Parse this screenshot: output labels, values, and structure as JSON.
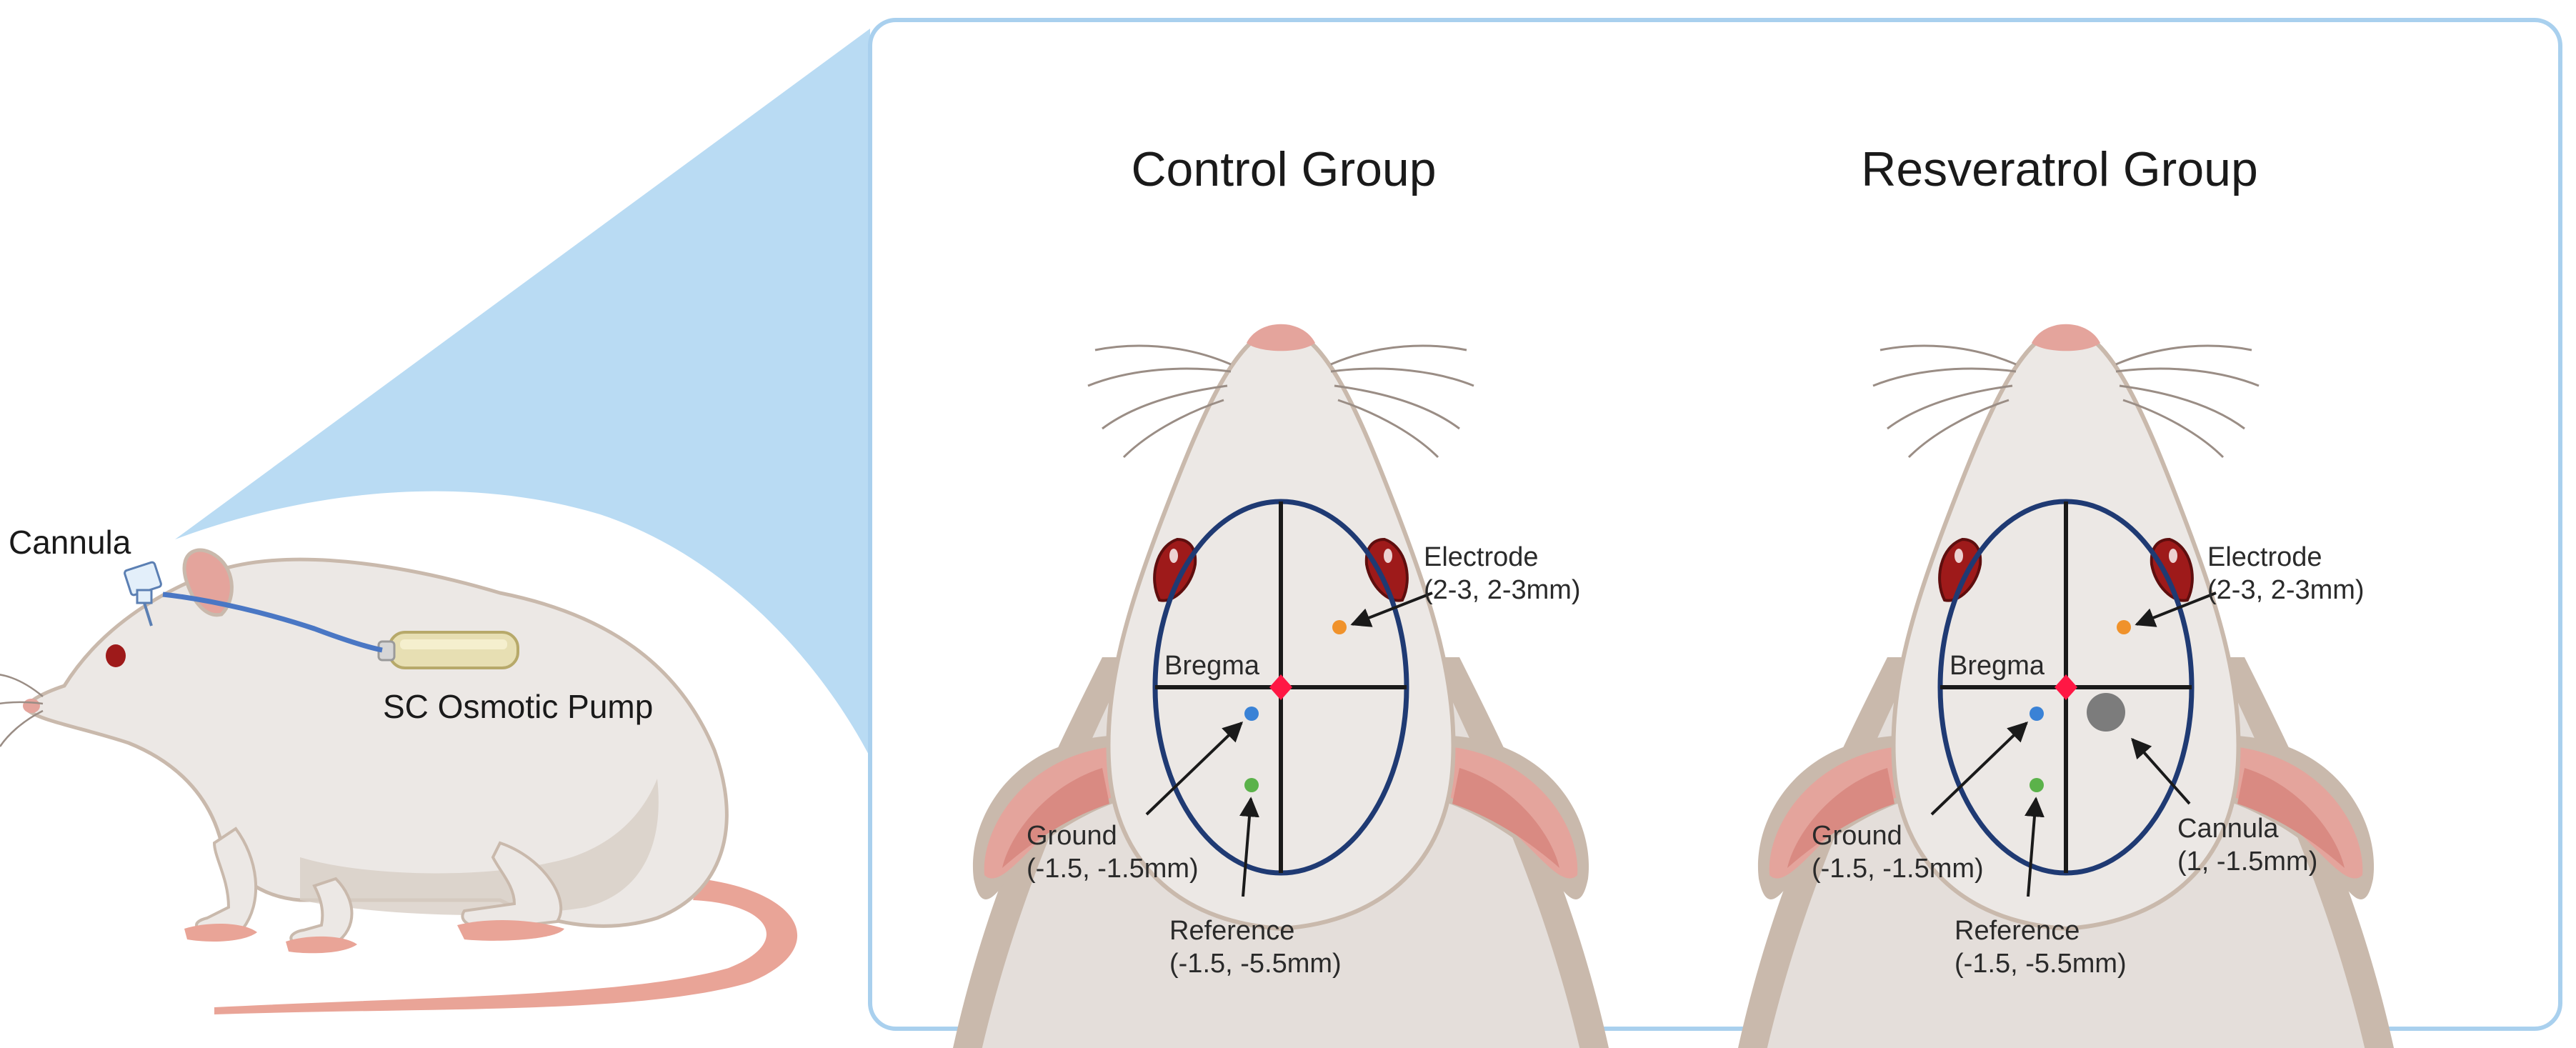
{
  "left": {
    "cannula_label": "Cannula",
    "pump_label": "SC Osmotic Pump"
  },
  "panels": [
    {
      "title": "Control Group",
      "bregma": "Bregma",
      "electrode": {
        "name": "Electrode",
        "coords": "(2-3, 2-3mm)",
        "color": "#f0922b"
      },
      "ground": {
        "name": "Ground",
        "coords": "(-1.5, -1.5mm)",
        "color": "#3a82d6"
      },
      "reference": {
        "name": "Reference",
        "coords": "(-1.5, -5.5mm)",
        "color": "#5bb24a"
      }
    },
    {
      "title": "Resveratrol Group",
      "bregma": "Bregma",
      "electrode": {
        "name": "Electrode",
        "coords": "(2-3, 2-3mm)",
        "color": "#f0922b"
      },
      "ground": {
        "name": "Ground",
        "coords": "(-1.5, -1.5mm)",
        "color": "#3a82d6"
      },
      "reference": {
        "name": "Reference",
        "coords": "(-1.5, -5.5mm)",
        "color": "#5bb24a"
      },
      "cannula": {
        "name": "Cannula",
        "coords": "(1, -1.5mm)",
        "color": "#7c7c7c"
      }
    }
  ],
  "colors": {
    "panel_border": "#a9d0ee",
    "zoom_fill": "#b9dbf3",
    "skull_outline": "#1f3a73",
    "bregma": "#ff1744",
    "fur": "#e9e5e2",
    "fur_shadow": "#c9b9ac",
    "ear": "#e4a49c",
    "tail": "#e9a497",
    "eye": "#9e1a1a"
  }
}
